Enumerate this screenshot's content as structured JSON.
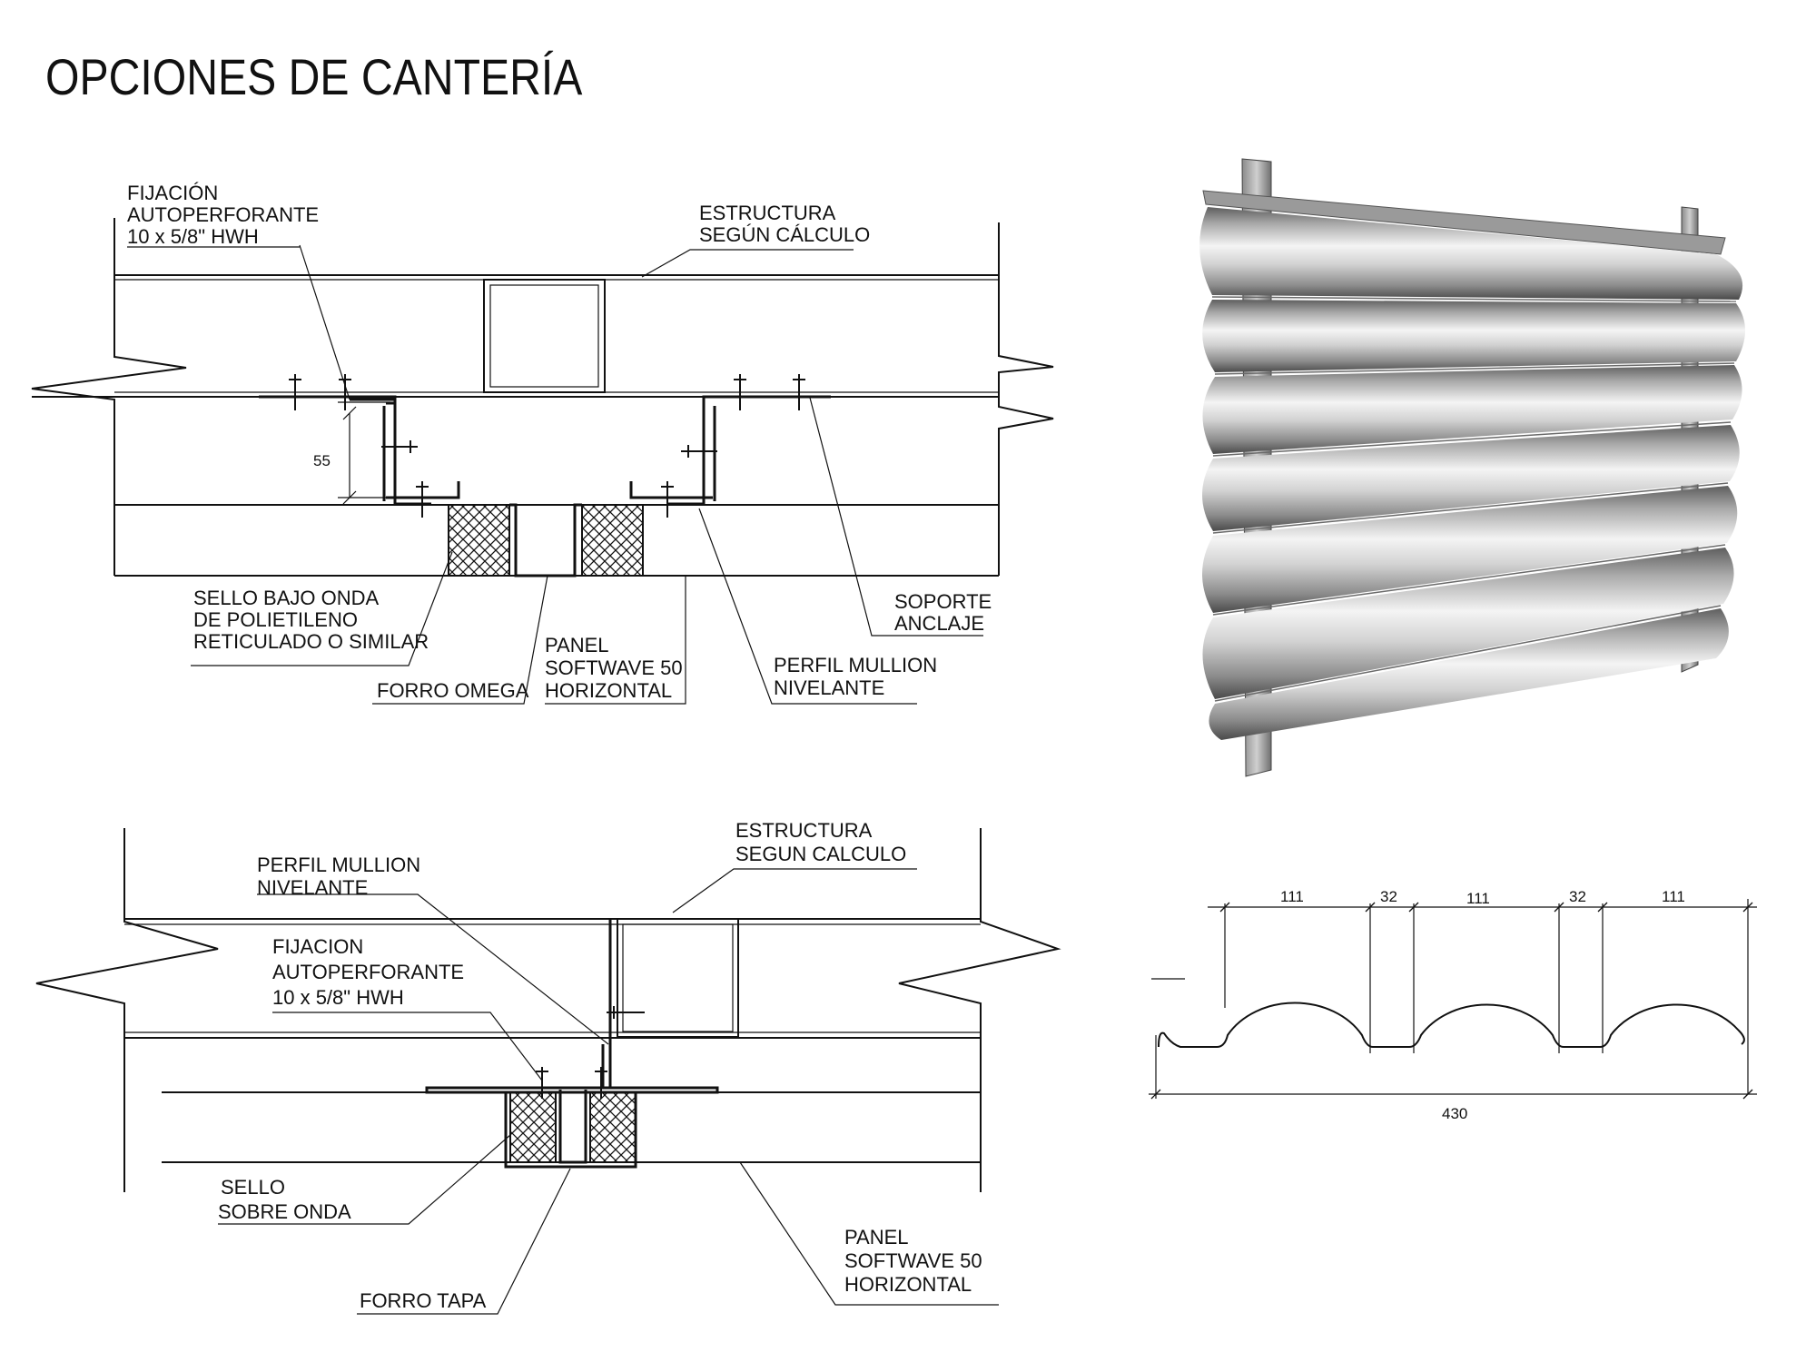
{
  "title": "OPCIONES  DE CANTERÍA",
  "detail_top": {
    "fijacion": [
      "FIJACIÓN",
      "AUTOPERFORANTE",
      "10 x 5/8\" HWH"
    ],
    "estructura": [
      "ESTRUCTURA",
      "SEGÚN CÁLCULO"
    ],
    "dim_55": "55",
    "sello": [
      "SELLO BAJO ONDA",
      "DE POLIETILENO",
      "RETICULADO O SIMILAR"
    ],
    "forro": "FORRO OMEGA",
    "panel": [
      "PANEL",
      "SOFTWAVE 50",
      "HORIZONTAL"
    ],
    "perfil": [
      "PERFIL MULLION",
      "NIVELANTE"
    ],
    "soporte": [
      "SOPORTE",
      "ANCLAJE"
    ]
  },
  "detail_bottom": {
    "estructura": [
      "ESTRUCTURA",
      "SEGUN CALCULO"
    ],
    "perfil": [
      "PERFIL MULLION",
      "NIVELANTE"
    ],
    "fijacion": [
      "FIJACION",
      "AUTOPERFORANTE",
      "10 x 5/8\" HWH"
    ],
    "sello": [
      "SELLO",
      "SOBRE ONDA"
    ],
    "forro": "FORRO TAPA",
    "panel": [
      "PANEL",
      "SOFTWAVE 50",
      "HORIZONTAL"
    ]
  },
  "profile": {
    "dims": [
      "111",
      "32",
      "111",
      "32",
      "111"
    ],
    "total": "430"
  }
}
